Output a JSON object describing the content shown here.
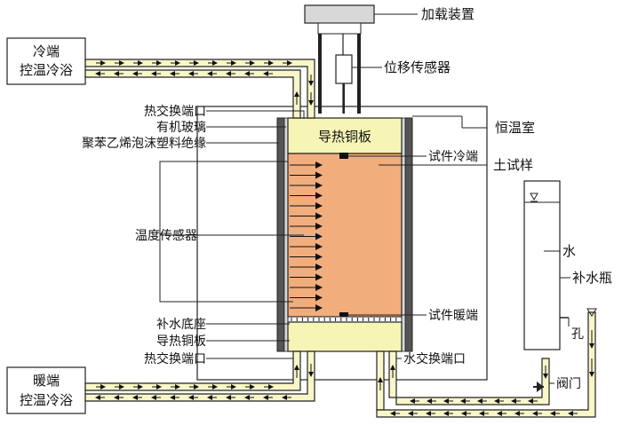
{
  "labels": {
    "cold_bath": [
      "冷端",
      "控温冷浴"
    ],
    "warm_bath": [
      "暖端",
      "控温冷浴"
    ],
    "loading_device": "加载装置",
    "displacement_sensor": "位移传感器",
    "heat_exchange_port_top": "热交换端口",
    "plexiglass": "有机玻璃",
    "insulation": "聚苯乙烯泡沫塑料绝缘",
    "temperature_sensor": "温度传感器",
    "water_supply_base": "补水底座",
    "copper_plate_bottom": "导热铜板",
    "heat_exchange_port_bottom": "热交换端口",
    "copper_plate_top": "导热铜板",
    "sample_cold_end": "试件冷端",
    "sample_warm_end": "试件暖端",
    "constant_temp_room": "恒温室",
    "soil_sample": "土试样",
    "water": "水",
    "water_bottle": "补水瓶",
    "hole": "孔",
    "valve": "阀门",
    "water_exchange_port": "水交换端口"
  },
  "colors": {
    "soil": "#f1ad7c",
    "copper_plate": "#f7f5b5",
    "pipe_fill": "#f9f7c8",
    "insulation_wall": "#555555",
    "glass_wall": "#d8d8d8",
    "loading_plate": "#d8d8d8"
  }
}
